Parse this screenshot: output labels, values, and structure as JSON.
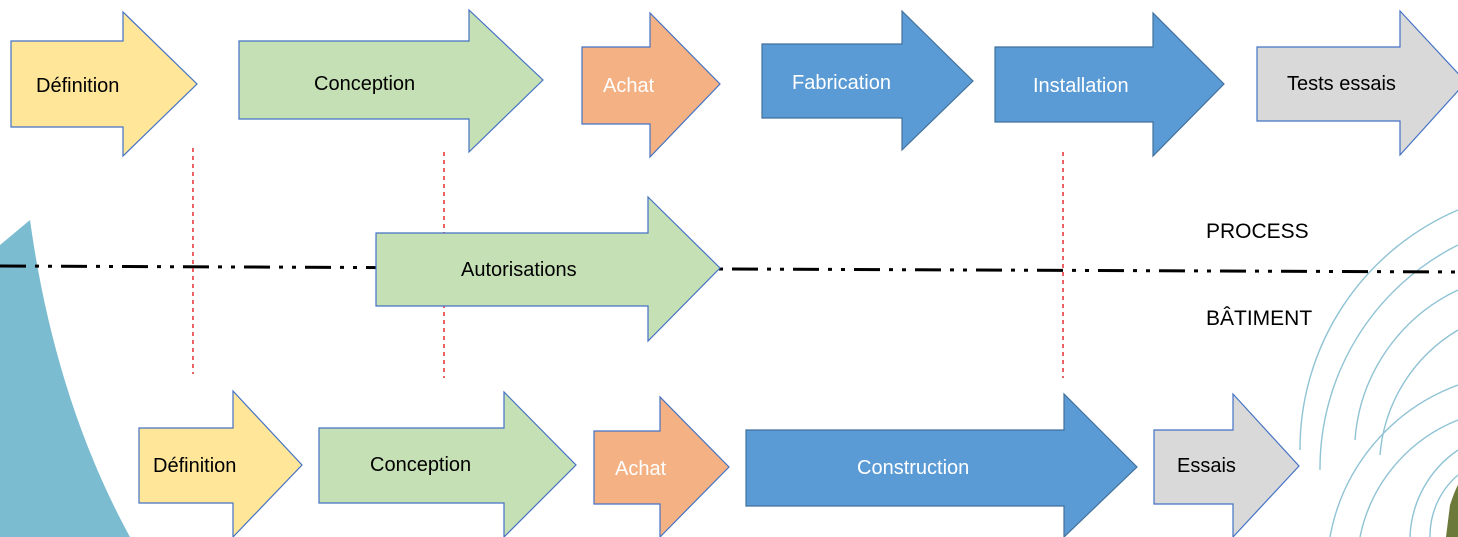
{
  "colors": {
    "yellow": "#FFE699",
    "green": "#C5E0B4",
    "orange": "#F4B183",
    "blue": "#5B9BD5",
    "grey": "#D9D9D9",
    "outline": "#4472C4",
    "red_dash": "#E02020",
    "teal_shape": "#7CBCD1",
    "arc_outline": "#8FC3D4"
  },
  "process_row": [
    {
      "label": "Définition",
      "color": "yellow",
      "text_color": "#000000"
    },
    {
      "label": "Conception",
      "color": "green",
      "text_color": "#000000"
    },
    {
      "label": "Achat",
      "color": "orange",
      "text_color": "#FFFFFF"
    },
    {
      "label": "Fabrication",
      "color": "blue",
      "text_color": "#FFFFFF"
    },
    {
      "label": "Installation",
      "color": "blue",
      "text_color": "#FFFFFF"
    },
    {
      "label": "Tests essais",
      "color": "grey",
      "text_color": "#000000"
    }
  ],
  "middle": {
    "label": "Autorisations",
    "color": "green",
    "text_color": "#000000"
  },
  "building_row": [
    {
      "label": "Définition",
      "color": "yellow",
      "text_color": "#000000"
    },
    {
      "label": "Conception",
      "color": "green",
      "text_color": "#000000"
    },
    {
      "label": "Achat",
      "color": "orange",
      "text_color": "#FFFFFF"
    },
    {
      "label": "Construction",
      "color": "blue",
      "text_color": "#FFFFFF"
    },
    {
      "label": "Essais",
      "color": "grey",
      "text_color": "#000000"
    }
  ],
  "divider_labels": {
    "top": "PROCESS",
    "bottom": "BÂTIMENT"
  }
}
